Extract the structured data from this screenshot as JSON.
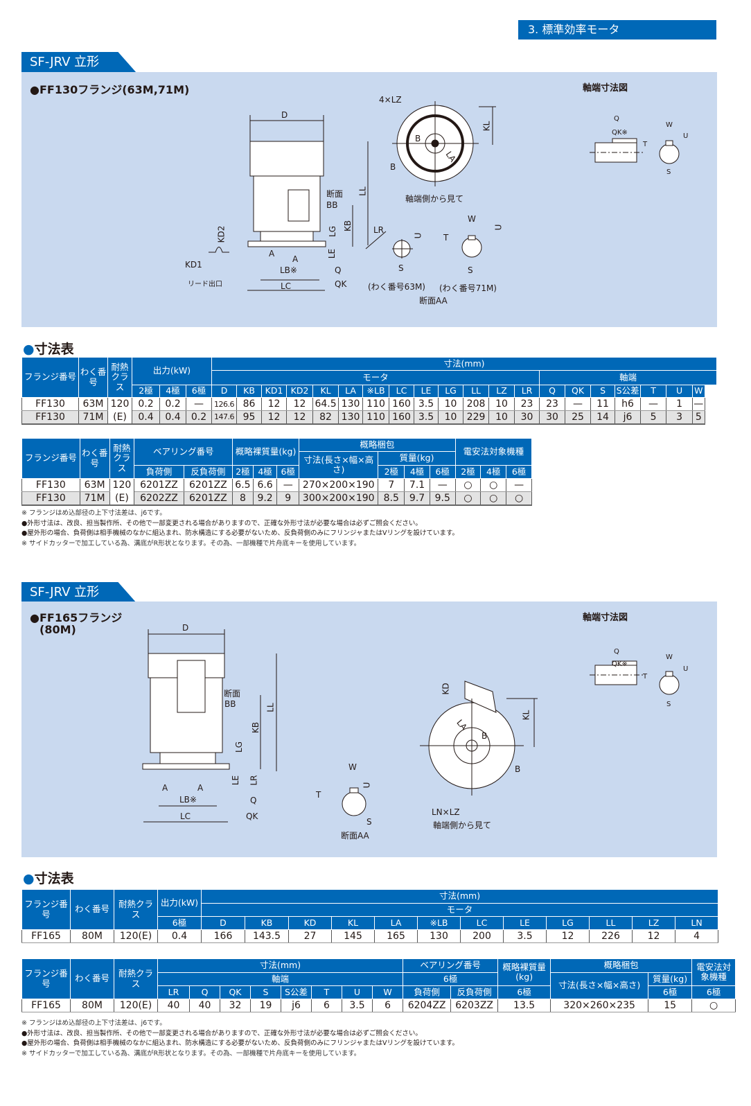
{
  "header": {
    "section_badge": "3. 標準効率モータ"
  },
  "section1": {
    "tab": "SF-JRV 立形",
    "title": "●FF130フランジ(63M,71M)",
    "shaft_title": "軸端寸法図",
    "labels": [
      "D",
      "4×LZ",
      "KL",
      "B",
      "LA",
      "B",
      "軸端側から見て",
      "断面",
      "BB",
      "LL",
      "KB",
      "LG",
      "LR",
      "LE",
      "KD2",
      "KD1",
      "リード出口",
      "A",
      "A",
      "LB※",
      "Q",
      "QK",
      "LC",
      "U",
      "T",
      "W",
      "U",
      "S",
      "S",
      "(わく番号63M)",
      "(わく番号71M)",
      "断面AA"
    ],
    "shaft_labels": [
      "Q",
      "QK※",
      "W",
      "T",
      "U",
      "S"
    ],
    "table_heading": "寸法表",
    "table1": {
      "header": [
        [
          "フランジ番号",
          "わく番号",
          "耐熱クラス",
          "出力(kW)",
          "寸法(mm)"
        ],
        [
          "モータ",
          "軸端"
        ],
        [
          "2極",
          "4極",
          "6極",
          "D",
          "KB",
          "KD1",
          "KD2",
          "KL",
          "LA",
          "※LB",
          "LC",
          "LE",
          "LG",
          "LL",
          "LZ",
          "LR",
          "Q",
          "QK",
          "S",
          "S公差",
          "T",
          "U",
          "W"
        ]
      ],
      "rows": [
        [
          "FF130",
          "63M",
          "120",
          "0.2",
          "0.2",
          "—",
          "126.6",
          "86",
          "12",
          "12",
          "64.5",
          "130",
          "110",
          "160",
          "3.5",
          "10",
          "208",
          "10",
          "23",
          "23",
          "—",
          "11",
          "h6",
          "—",
          "1",
          "—"
        ],
        [
          "FF130",
          "71M",
          "(E)",
          "0.4",
          "0.4",
          "0.2",
          "147.6",
          "95",
          "12",
          "12",
          "82",
          "130",
          "110",
          "160",
          "3.5",
          "10",
          "229",
          "10",
          "30",
          "30",
          "25",
          "14",
          "j6",
          "5",
          "3",
          "5"
        ]
      ]
    },
    "table2": {
      "header": [
        [
          "フランジ番号",
          "わく番号",
          "耐熱クラス",
          "ベアリング番号",
          "概略裸質量(kg)",
          "概略梱包",
          "電安法対象機種"
        ],
        [
          "寸法(長さ×幅×高さ)",
          "質量(kg)"
        ],
        [
          "負荷側",
          "反負荷側",
          "2極",
          "4極",
          "6極",
          "2極",
          "4極",
          "6極",
          "2極",
          "4極",
          "6極"
        ]
      ],
      "rows": [
        [
          "FF130",
          "63M",
          "120",
          "6201ZZ",
          "6201ZZ",
          "6.5",
          "6.6",
          "—",
          "270×200×190",
          "7",
          "7.1",
          "—",
          "○",
          "○",
          "—"
        ],
        [
          "FF130",
          "71M",
          "(E)",
          "6202ZZ",
          "6201ZZ",
          "8",
          "9.2",
          "9",
          "300×200×190",
          "8.5",
          "9.7",
          "9.5",
          "○",
          "○",
          "○"
        ]
      ]
    },
    "notes": [
      "※ フランジはめ込部径の上下寸法差は、j6です。",
      "●外形寸法は、改良、担当製作所、その他で一部変更される場合がありますので、正確な外形寸法が必要な場合は必ずご照会ください。",
      "●屋外形の場合、負荷側は相手機械のなかに組込まれ、防水構造にする必要がないため、反負荷側のみにフリンジャまたはVリングを設けています。",
      "※ サイドカッターで加工している為、溝底がR形状となります。その為、一部機種で片舟底キーを使用しています。"
    ]
  },
  "section2": {
    "tab": "SF-JRV 立形",
    "title": "●FF165フランジ",
    "title2": "(80M)",
    "shaft_title": "軸端寸法図",
    "labels": [
      "D",
      "断面",
      "BB",
      "LL",
      "KB",
      "LG",
      "LE",
      "LR",
      "A",
      "A",
      "LB※",
      "Q",
      "QK",
      "LC",
      "W",
      "T",
      "U",
      "S",
      "断面AA",
      "KD",
      "KL",
      "LA",
      "B",
      "B",
      "LN×LZ",
      "軸端側から見て"
    ],
    "shaft_labels": [
      "Q",
      "QK※",
      "W",
      "T",
      "U",
      "S"
    ],
    "table_heading": "寸法表",
    "table3": {
      "header": [
        [
          "フランジ番号",
          "わく番号",
          "耐熱クラス",
          "出力(kW)",
          "寸法(mm)"
        ],
        [
          "モータ"
        ],
        [
          "6極",
          "D",
          "KB",
          "KD",
          "KL",
          "LA",
          "※LB",
          "LC",
          "LE",
          "LG",
          "LL",
          "LZ",
          "LN"
        ]
      ],
      "rows": [
        [
          "FF165",
          "80M",
          "120(E)",
          "0.4",
          "166",
          "143.5",
          "27",
          "145",
          "165",
          "130",
          "200",
          "3.5",
          "12",
          "226",
          "12",
          "4"
        ]
      ]
    },
    "table4": {
      "header": [
        [
          "フランジ番号",
          "わく番号",
          "耐熱クラス",
          "寸法(mm)",
          "ベアリング番号",
          "概略裸質量(kg)",
          "概略梱包",
          "電安法対象機種"
        ],
        [
          "軸端",
          "6極",
          "寸法(長さ×幅×高さ)",
          "質量(kg)"
        ],
        [
          "LR",
          "Q",
          "QK",
          "S",
          "S公差",
          "T",
          "U",
          "W",
          "負荷側",
          "反負荷側",
          "6極",
          "6極",
          "6極"
        ]
      ],
      "rows": [
        [
          "FF165",
          "80M",
          "120(E)",
          "40",
          "40",
          "32",
          "19",
          "j6",
          "6",
          "3.5",
          "6",
          "6204ZZ",
          "6203ZZ",
          "13.5",
          "320×260×235",
          "15",
          "○"
        ]
      ]
    },
    "notes": [
      "※ フランジはめ込部径の上下寸法差は、j6です。",
      "●外形寸法は、改良、担当製作所、その他で一部変更される場合がありますので、正確な外形寸法が必要な場合は必ずご照会ください。",
      "●屋外形の場合、負荷側は相手機械のなかに組込まれ、防水構造にする必要がないため、反負荷側のみにフリンジャまたはVリングを設けています。",
      "※ サイドカッターで加工している為、溝底がR形状となります。その為、一部機種で片舟底キーを使用しています。"
    ]
  },
  "colors": {
    "brand": "#0068b7",
    "panel": "#c9d9ef"
  }
}
